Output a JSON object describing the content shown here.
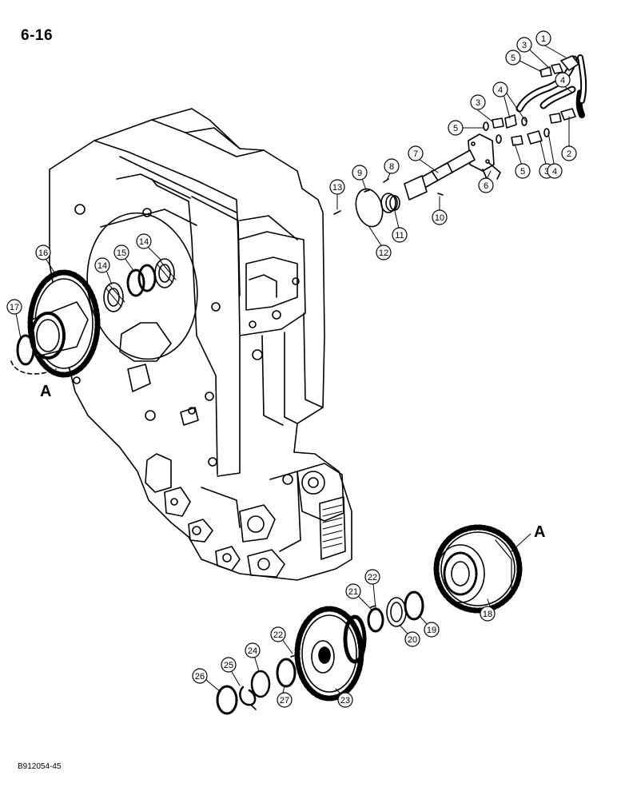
{
  "header": {
    "page_number": "6-16"
  },
  "footer": {
    "figure_code": "B912054-45"
  },
  "reference_letters": [
    "A",
    "A"
  ],
  "callouts": [
    "1",
    "2",
    "3",
    "3",
    "3",
    "4",
    "4",
    "4",
    "4",
    "5",
    "5",
    "5",
    "6",
    "7",
    "8",
    "9",
    "10",
    "11",
    "12",
    "13",
    "14",
    "14",
    "15",
    "16",
    "17",
    "18",
    "19",
    "20",
    "21",
    "22",
    "22",
    "23",
    "24",
    "25",
    "26",
    "27"
  ]
}
